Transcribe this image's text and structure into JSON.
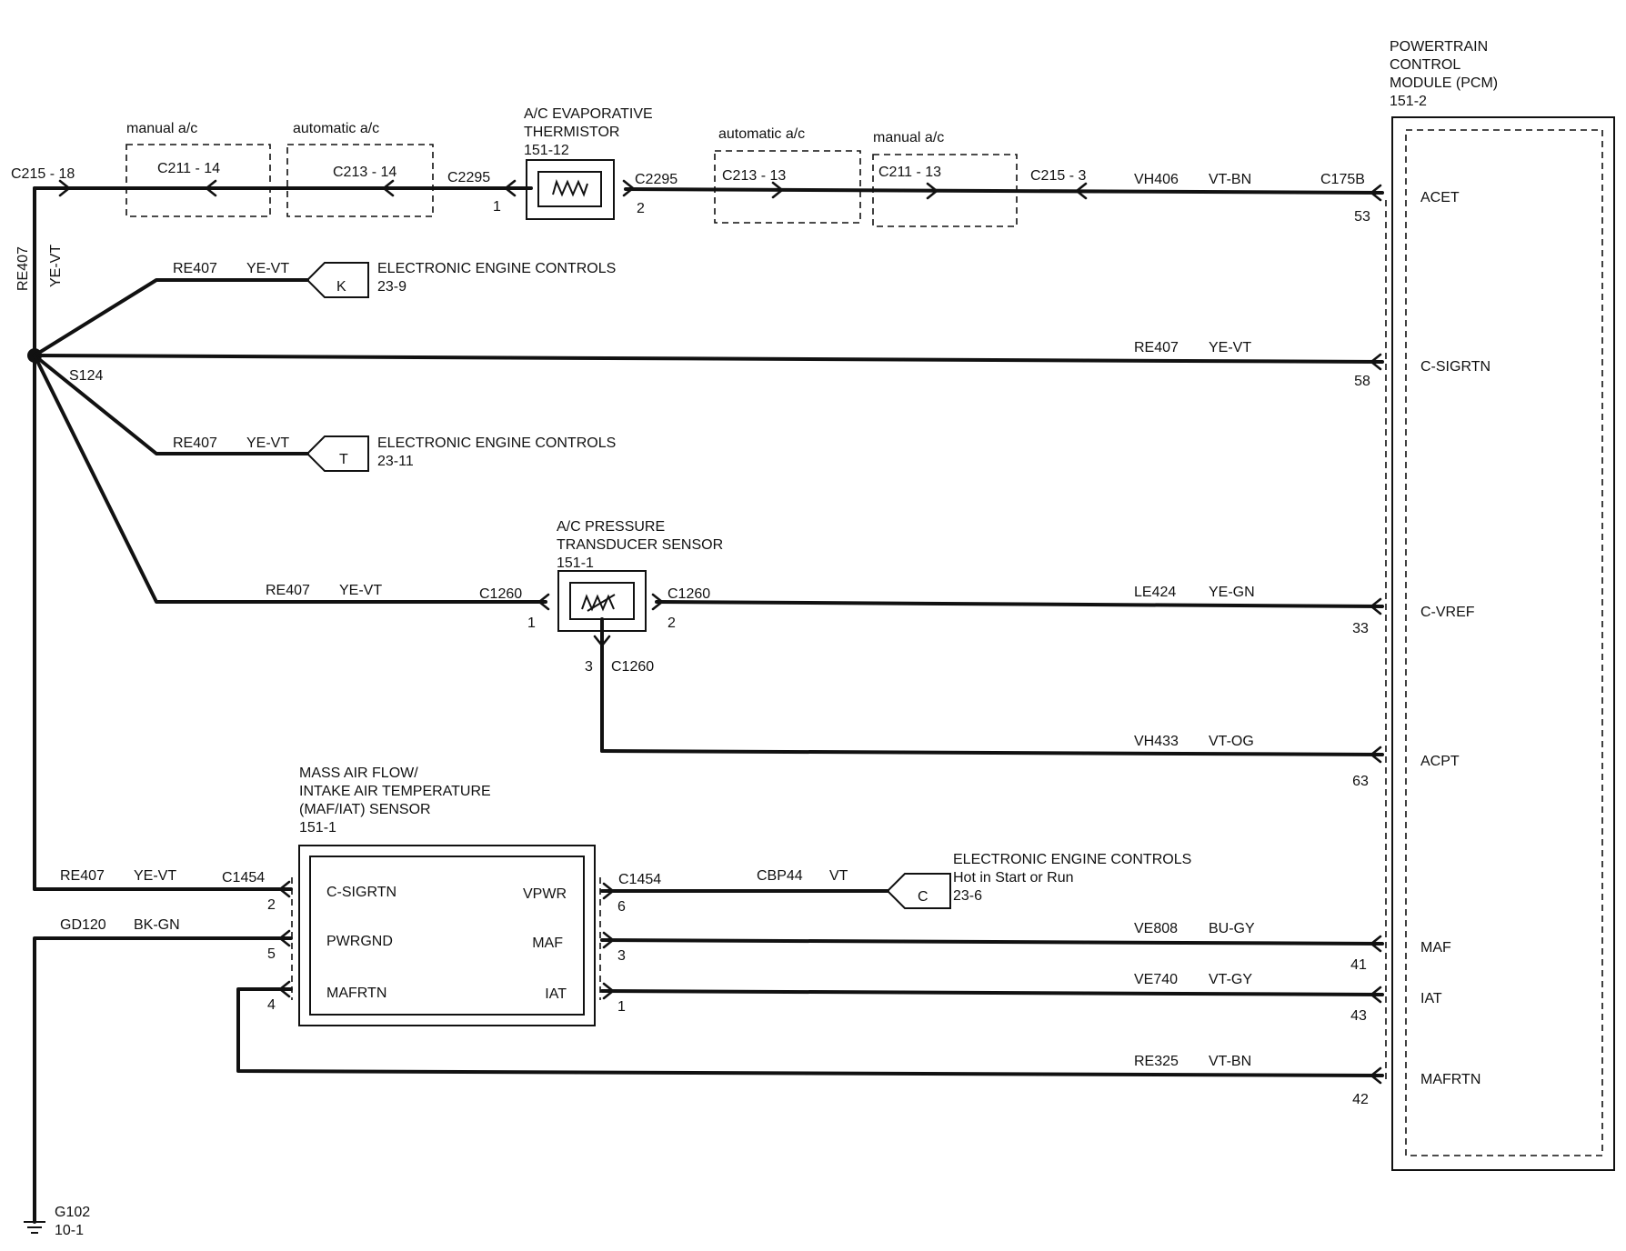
{
  "pcm": {
    "title": [
      "POWERTRAIN",
      "CONTROL",
      "MODULE (PCM)",
      "151-2"
    ]
  },
  "pins": {
    "acet": {
      "name": "ACET",
      "num": "53"
    },
    "csigrtn": {
      "name": "C-SIGRTN",
      "num": "58"
    },
    "cvref": {
      "name": "C-VREF",
      "num": "33"
    },
    "acpt": {
      "name": "ACPT",
      "num": "63"
    },
    "maf": {
      "name": "MAF",
      "num": "41"
    },
    "iat": {
      "name": "IAT",
      "num": "43"
    },
    "mafrtn": {
      "name": "MAFRTN",
      "num": "42"
    }
  },
  "top": {
    "c215_18": "C215 - 18",
    "manual1": "manual a/c",
    "c211_14": "C211  -  14",
    "automatic1": "automatic a/c",
    "c213_14": "C213  -  14",
    "c2295_l": "C2295",
    "pin1": "1",
    "therm_title": [
      "A/C EVAPORATIVE",
      "THERMISTOR",
      "151-12"
    ],
    "c2295_r": "C2295",
    "pin2": "2",
    "automatic2": "automatic a/c",
    "c213_13": "C213  -  13",
    "manual2": "manual a/c",
    "c211_13": "C211  -  13",
    "c215_3": "C215  -  3",
    "circuit": "VH406",
    "color": "VT-BN",
    "c175b": "C175B"
  },
  "left": {
    "re407": "RE407",
    "yevt": "YE-VT",
    "s124": "S124"
  },
  "k_branch": {
    "circuit": "RE407",
    "color": "YE-VT",
    "letter": "K",
    "title": [
      "ELECTRONIC ENGINE CONTROLS",
      "23-9"
    ]
  },
  "csig_row": {
    "circuit": "RE407",
    "color": "YE-VT"
  },
  "t_branch": {
    "circuit": "RE407",
    "color": "YE-VT",
    "letter": "T",
    "title": [
      "ELECTRONIC ENGINE CONTROLS",
      "23-11"
    ]
  },
  "acp": {
    "title": [
      "A/C PRESSURE",
      "TRANSDUCER SENSOR",
      "151-1"
    ],
    "left_circuit": "RE407",
    "left_color": "YE-VT",
    "c1260_l": "C1260",
    "pin1": "1",
    "c1260_r": "C1260",
    "pin2": "2",
    "pin3": "3",
    "c1260_b": "C1260",
    "right_circuit": "LE424",
    "right_color": "YE-GN",
    "acpt_circuit": "VH433",
    "acpt_color": "VT-OG"
  },
  "mafiat": {
    "title": [
      "MASS AIR FLOW/",
      "INTAKE AIR TEMPERATURE",
      "(MAF/IAT) SENSOR",
      "151-1"
    ],
    "pins_left": [
      "C-SIGRTN",
      "PWRGND",
      "MAFRTN"
    ],
    "pins_right": [
      "VPWR",
      "MAF",
      "IAT"
    ],
    "c1454_l": "C1454",
    "c1454_r": "C1454",
    "left_nums": [
      "2",
      "5",
      "4"
    ],
    "right_nums": [
      "6",
      "3",
      "1"
    ]
  },
  "rows": {
    "re407": {
      "circuit": "RE407",
      "color": "YE-VT"
    },
    "gd120": {
      "circuit": "GD120",
      "color": "BK-GN"
    },
    "cbp44": {
      "circuit": "CBP44",
      "color": "VT"
    },
    "ve808": {
      "circuit": "VE808",
      "color": "BU-GY"
    },
    "ve740": {
      "circuit": "VE740",
      "color": "VT-GY"
    },
    "re325": {
      "circuit": "RE325",
      "color": "VT-BN"
    }
  },
  "c_branch": {
    "letter": "C",
    "title": [
      "ELECTRONIC ENGINE CONTROLS",
      "Hot in Start or Run",
      "23-6"
    ]
  },
  "ground": {
    "name": "G102",
    "page": "10-1"
  }
}
